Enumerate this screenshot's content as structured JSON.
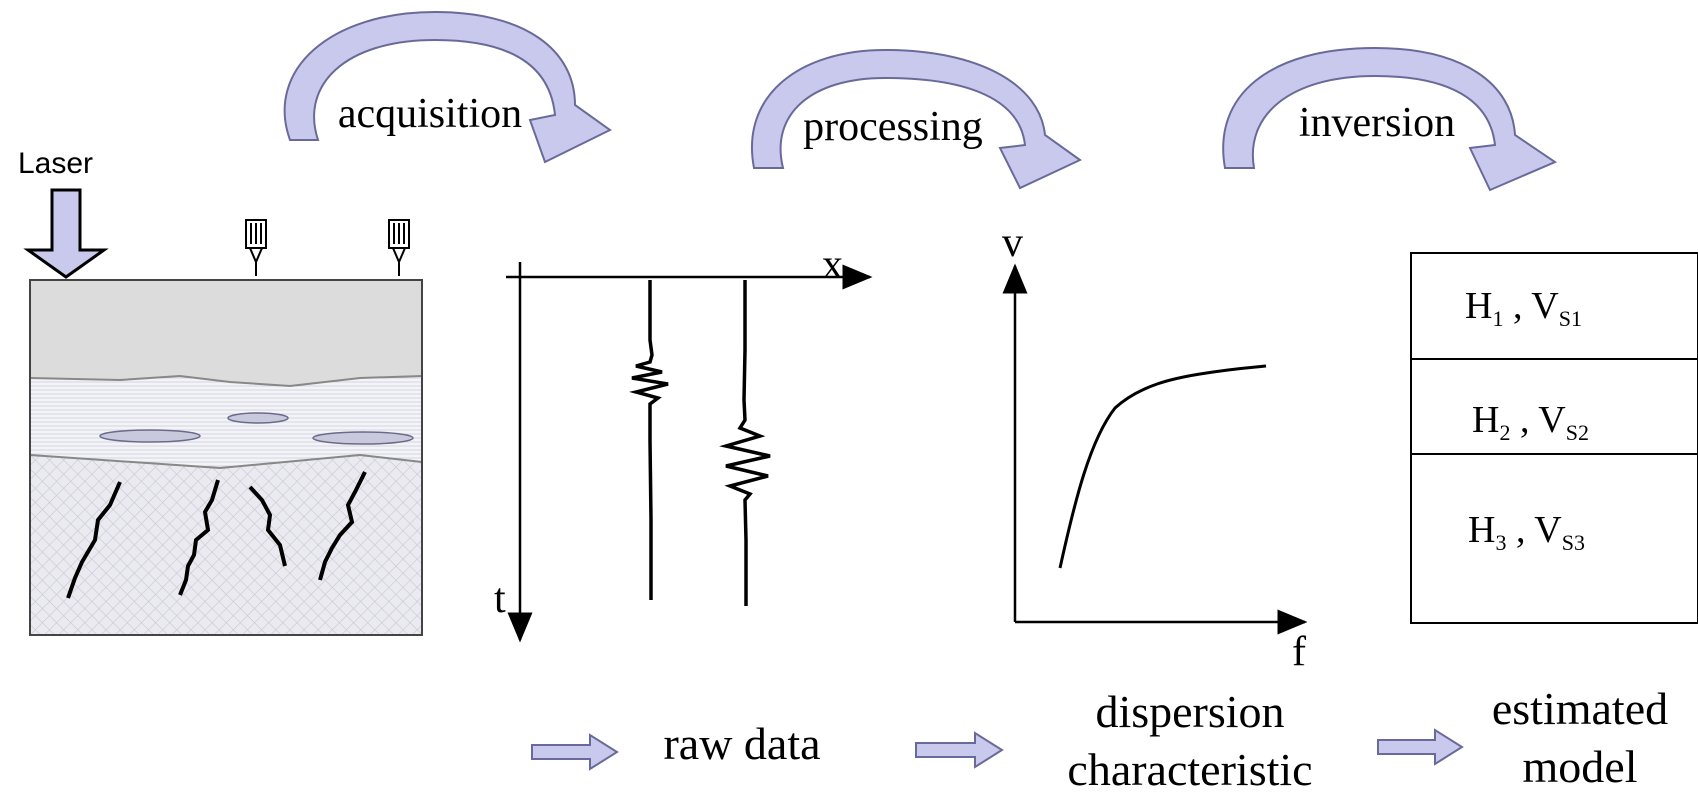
{
  "stages": {
    "acquisition": "acquisition",
    "processing": "processing",
    "inversion": "inversion"
  },
  "labels": {
    "laser": "Laser",
    "raw_data": "raw data",
    "dispersion_line1": "dispersion",
    "dispersion_line2": "characteristic",
    "estimated_line1": "estimated",
    "estimated_line2": "model"
  },
  "axes": {
    "raw_x": "x",
    "raw_t": "t",
    "disp_v": "v",
    "disp_f": "f"
  },
  "model_layers": [
    {
      "h": "H",
      "h_sub": "1",
      "v": "V",
      "v_sub": "S1"
    },
    {
      "h": "H",
      "h_sub": "2",
      "v": "V",
      "v_sub": "S2"
    },
    {
      "h": "H",
      "h_sub": "3",
      "v": "V",
      "v_sub": "S3"
    }
  ],
  "colors": {
    "arrow_fill": "#c9c9ee",
    "arrow_stroke": "#6a6a9a",
    "layer_top": "#dcdcdc",
    "layer_mid": "#eeeeee",
    "layer_bottom": "#e8e8ec",
    "ink": "#000000"
  }
}
